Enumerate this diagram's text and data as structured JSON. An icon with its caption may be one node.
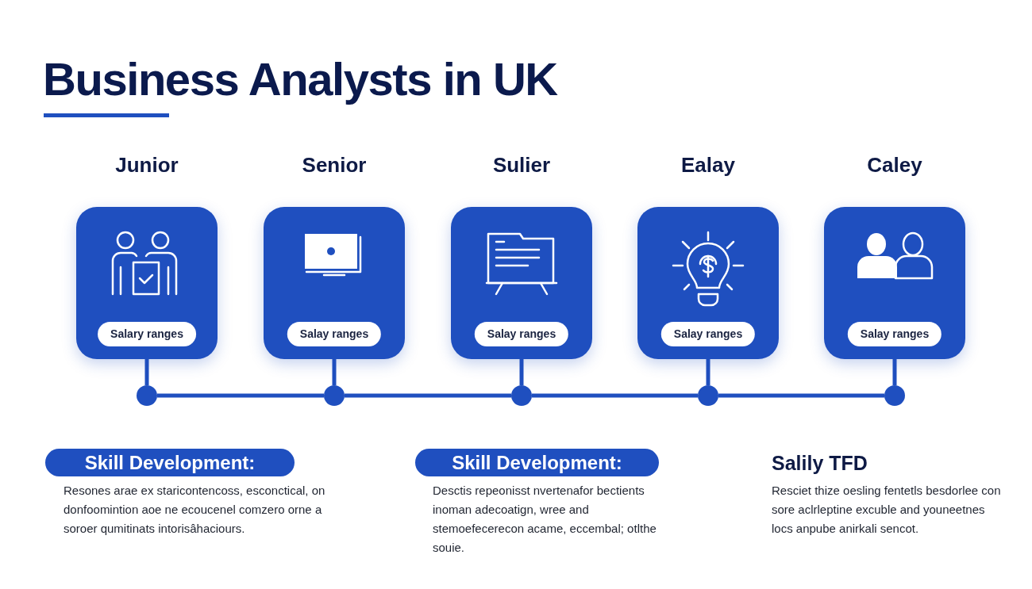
{
  "diagram": {
    "title": "Business Analysts in UK",
    "nodes": [
      {
        "text": [
          "Salary ranges"
        ],
        "beside": [
          "Junior"
        ]
      },
      {
        "text": [
          "Salay ranges"
        ],
        "beside": [
          "Senior"
        ]
      },
      {
        "text": [
          "Salay ranges"
        ],
        "beside": [
          "Sulier"
        ]
      },
      {
        "text": [
          "Salay ranges"
        ],
        "beside": [
          "Ealay"
        ]
      },
      {
        "text": [
          "Salay ranges"
        ],
        "beside": [
          "Caley"
        ]
      },
      {
        "text": [],
        "shape": "circle"
      },
      {
        "text": [],
        "shape": "circle"
      },
      {
        "text": [],
        "shape": "circle"
      },
      {
        "text": [],
        "shape": "circle"
      },
      {
        "text": [],
        "shape": "circle"
      },
      {
        "text": [
          "Skill Development:"
        ]
      },
      {
        "text": [
          "Skill Development:"
        ]
      }
    ],
    "edges": [
      {
        "from": 0,
        "to": 5,
        "arrow": "none"
      },
      {
        "from": 1,
        "to": 6,
        "arrow": "none"
      },
      {
        "from": 2,
        "to": 7,
        "arrow": "none"
      },
      {
        "from": 3,
        "to": 8,
        "arrow": "none"
      },
      {
        "from": 4,
        "to": 9,
        "arrow": "none"
      },
      {
        "from": 5,
        "to": 6,
        "arrow": "none"
      },
      {
        "from": 6,
        "to": 7,
        "arrow": "none"
      },
      {
        "from": 7,
        "to": 8,
        "arrow": "none"
      },
      {
        "from": 8,
        "to": 9,
        "arrow": "none"
      }
    ],
    "labels": [
      "Resones arae ex staricontencoss, esconctical, on donfoomintion aoe ne ecoucenel comzero orne a soroer qumitinats intorisâhaciours.",
      "Desctis repeonisst nvertenafor bectients inoman adecoatign, wree and stemoefecerecon acame, eccembal; otlthe souie.",
      "Salily TFD",
      "Resciet thize oesling fentetls besdorlee con sore aclrleptine excuble and youneetnes locs anpube anirkali sencot."
    ]
  }
}
